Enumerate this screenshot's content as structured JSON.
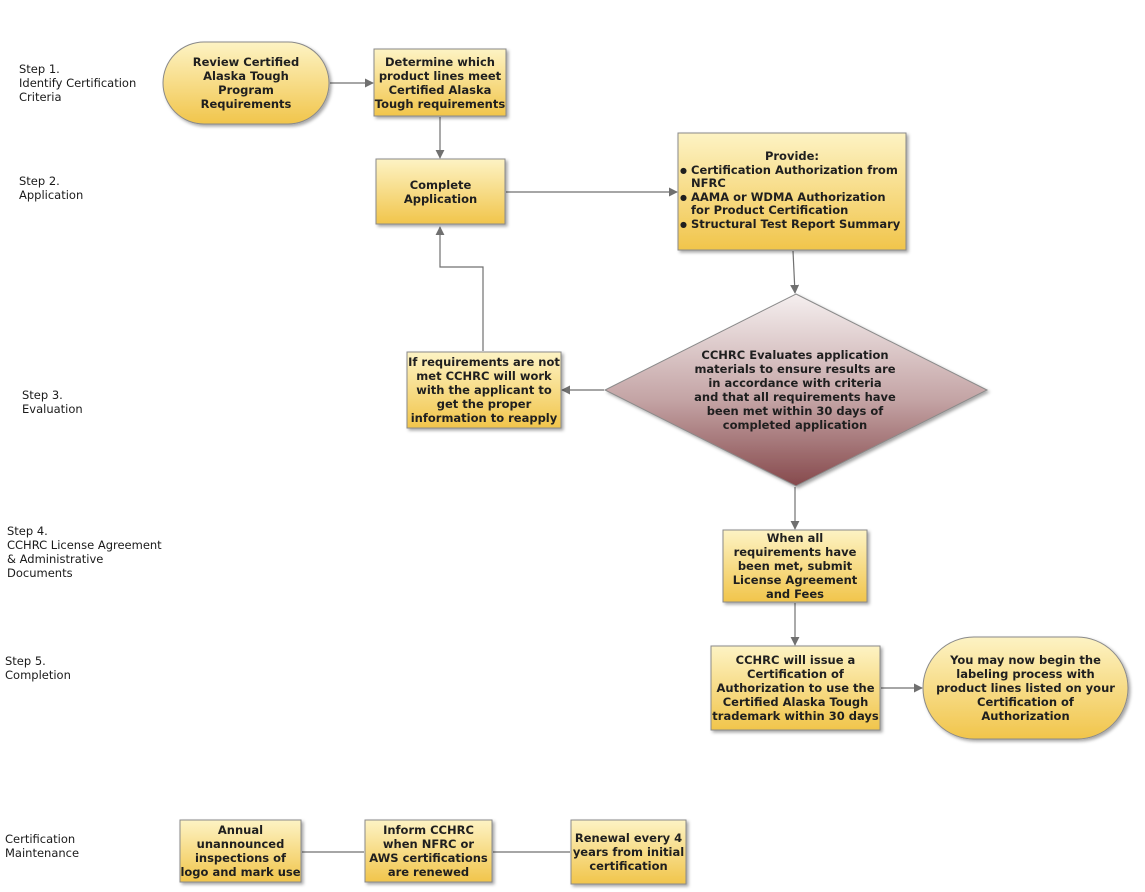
{
  "steps": {
    "s1": [
      "Step 1.",
      "Identify Certification",
      "Criteria"
    ],
    "s2": [
      "Step 2.",
      "Application"
    ],
    "s3": [
      "Step 3.",
      "Evaluation"
    ],
    "s4": [
      "Step 4.",
      "CCHRC License Agreement",
      "& Administrative",
      "Documents"
    ],
    "s5": [
      "Step 5.",
      "Completion"
    ],
    "maint": [
      "Certification",
      "Maintenance"
    ]
  },
  "nodes": {
    "review": [
      "Review Certified",
      "Alaska Tough",
      "Program",
      "Requirements"
    ],
    "determine": [
      "Determine which",
      "product lines meet",
      "Certified Alaska",
      "Tough requirements"
    ],
    "complete": [
      "Complete",
      "Application"
    ],
    "provide": {
      "heading": "Provide:",
      "items": [
        "Certification Authorization from NFRC",
        "AAMA or WDMA Authorization for Product Certification",
        "Structural Test Report Summary"
      ]
    },
    "evaluates": [
      "CCHRC Evaluates application",
      "materials to ensure results are",
      "in accordance with criteria",
      "and that all requirements have",
      "been met within 30 days of",
      "completed application"
    ],
    "notmet": [
      "If requirements are not",
      "met CCHRC will work",
      "with the applicant to",
      "get the proper",
      "information to reapply"
    ],
    "license": [
      "When all",
      "requirements have",
      "been met, submit",
      "License Agreement",
      "and Fees"
    ],
    "issue": [
      "CCHRC will issue a",
      "Certification of",
      "Authorization to use the",
      "Certified Alaska Tough",
      "trademark within 30 days"
    ],
    "labeling": [
      "You may now begin the",
      "labeling process with",
      "product lines listed on your",
      "Certification of",
      "Authorization"
    ],
    "annual": [
      "Annual",
      "unannounced",
      "inspections of",
      "logo and mark use"
    ],
    "inform": [
      "Inform CCHRC",
      "when NFRC or",
      "AWS certifications",
      "are renewed"
    ],
    "renewal": [
      "Renewal every 4",
      "years from initial",
      "certification"
    ]
  },
  "colors": {
    "box_top": "#fdf3c4",
    "box_bottom": "#f1c54b",
    "box_border": "#8a8a8a",
    "diamond_top": "#f4ecec",
    "diamond_bottom": "#8a5456",
    "connector": "#707070"
  }
}
